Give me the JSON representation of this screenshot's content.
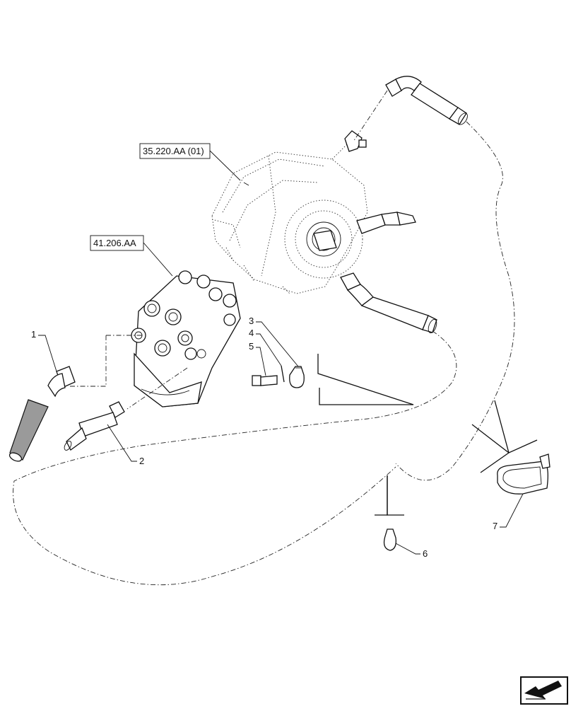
{
  "references": {
    "pump": "35.220.AA (01)",
    "steering_unit": "41.206.AA"
  },
  "callouts": {
    "c1": "1",
    "c2": "2",
    "c3": "3",
    "c4": "4",
    "c5": "5",
    "c6": "6",
    "c7": "7"
  },
  "nav_icon": "next-page-arrow-icon"
}
